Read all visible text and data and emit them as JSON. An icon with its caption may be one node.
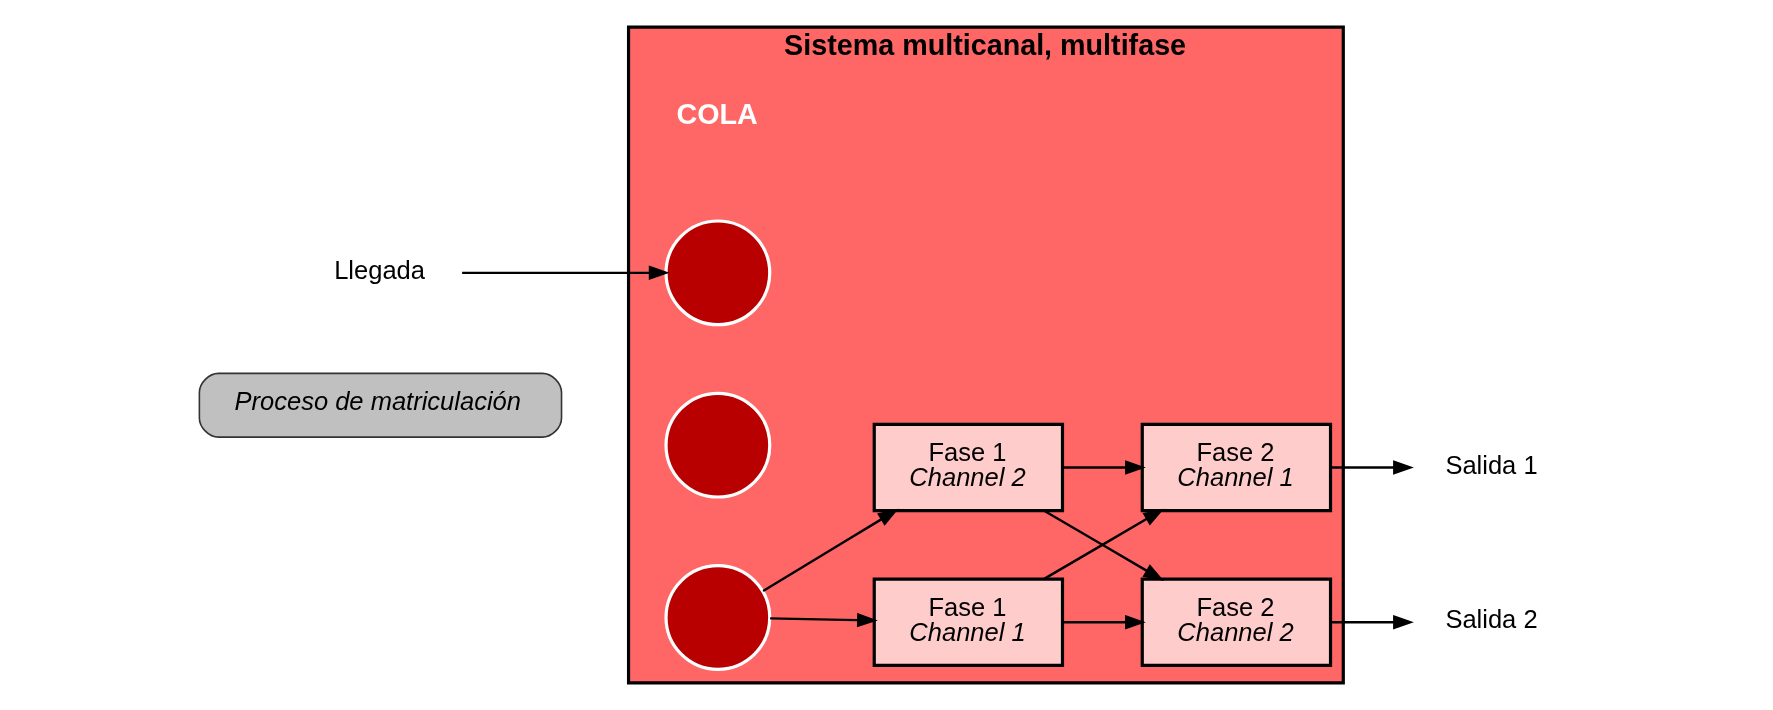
{
  "diagram": {
    "nodes": [
      {
        "text": [
          "Proceso de matriculación"
        ]
      },
      {
        "text": [
          "Sistema multicanal, multifase"
        ]
      },
      {
        "text": [
          "Llegada"
        ]
      },
      {
        "text": [],
        "shape": "circle",
        "in": 1
      },
      {
        "text": [],
        "shape": "circle",
        "in": 1
      },
      {
        "text": [],
        "shape": "circle",
        "in": 1
      },
      {
        "text": [
          "Fase 1",
          "Channel 1"
        ],
        "in": 1
      },
      {
        "text": [
          "Fase 1",
          "Channel 2"
        ],
        "in": 1
      },
      {
        "text": [
          "Fase 2",
          "Channel 1"
        ],
        "in": 1
      },
      {
        "text": [
          "Fase 2",
          "Channel 2"
        ],
        "in": 1
      },
      {
        "text": [
          "Salida 1"
        ]
      },
      {
        "text": [
          "Salida 2"
        ]
      }
    ],
    "edges": [
      {
        "from": 2,
        "to": 3,
        "arrow": "to"
      },
      {
        "from": 5,
        "to": 6,
        "arrow": "to"
      },
      {
        "from": 5,
        "to": 7,
        "arrow": "to"
      },
      {
        "from": 6,
        "to": 8,
        "arrow": "to"
      },
      {
        "from": 6,
        "to": 9,
        "arrow": "to"
      },
      {
        "from": 7,
        "to": 8,
        "arrow": "to"
      },
      {
        "from": 7,
        "to": 9,
        "arrow": "to"
      },
      {
        "from": 8,
        "to": 10,
        "arrow": "to"
      },
      {
        "from": 9,
        "to": 11,
        "arrow": "to"
      }
    ],
    "labels": [
      "COLA"
    ]
  }
}
